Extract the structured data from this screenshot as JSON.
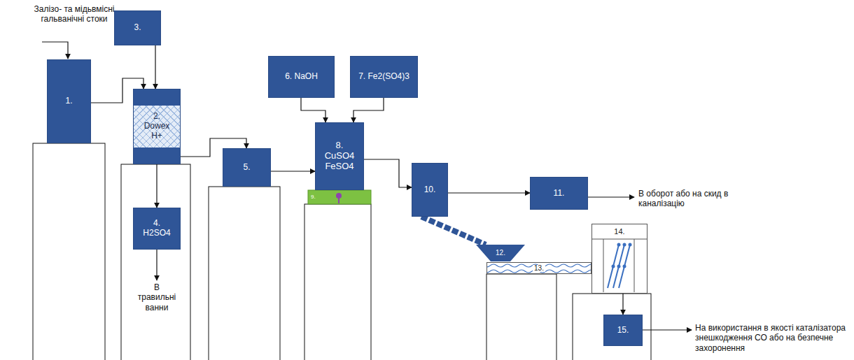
{
  "diagram": {
    "nodes": [
      {
        "text": [
          "1."
        ]
      },
      {
        "text": [
          "2. Dowex H+"
        ]
      },
      {
        "text": [
          "3."
        ]
      },
      {
        "text": [
          "4. H2SO4"
        ]
      },
      {
        "text": [
          "5."
        ]
      },
      {
        "text": [
          "6. NaOH"
        ]
      },
      {
        "text": [
          "7. Fe2(SO4)3"
        ]
      },
      {
        "text": [
          "8. CuSO4 FeSO4"
        ]
      },
      {
        "text": [
          "9."
        ]
      },
      {
        "text": [
          "10."
        ]
      },
      {
        "text": [
          "11."
        ]
      },
      {
        "text": [
          "12."
        ]
      },
      {
        "text": [
          "13."
        ]
      },
      {
        "text": [
          "14."
        ]
      },
      {
        "text": [
          "15."
        ]
      }
    ],
    "edges": [
      {
        "from": 0,
        "to": 1,
        "arrow": "to"
      },
      {
        "from": 2,
        "to": 1,
        "arrow": "to"
      },
      {
        "from": 1,
        "to": 3,
        "arrow": "to"
      },
      {
        "from": 1,
        "to": 4,
        "arrow": "to"
      },
      {
        "from": 4,
        "to": 7,
        "arrow": "to"
      },
      {
        "from": 5,
        "to": 7,
        "arrow": "to"
      },
      {
        "from": 6,
        "to": 7,
        "arrow": "to"
      },
      {
        "from": 7,
        "to": 9,
        "arrow": "to"
      },
      {
        "from": 9,
        "to": 10,
        "arrow": "to"
      },
      {
        "from": 9,
        "to": 11,
        "arrow": "none"
      },
      {
        "from": 13,
        "to": 14,
        "arrow": "to"
      }
    ],
    "labels": [
      "Залізо- та мідьвмісні гальванічні стоки",
      "В травильні ванни",
      "В оборот або на скид в каналізацію",
      "На використання в якості каталізатора знешкодження СО або на безпечне захоронення"
    ]
  }
}
